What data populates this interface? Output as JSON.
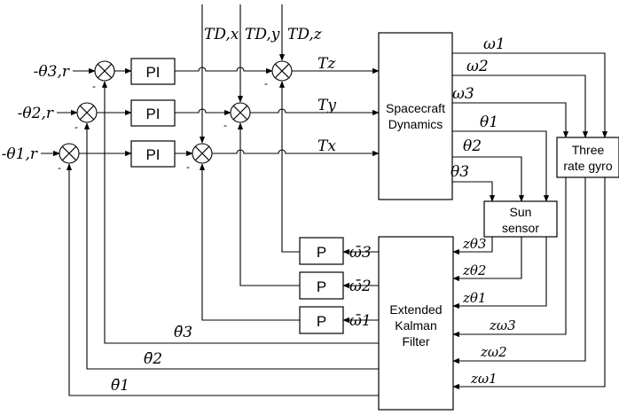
{
  "blocks": {
    "pi": "PI",
    "p": "P",
    "dynamics_line1": "Spacecraft",
    "dynamics_line2": "Dynamics",
    "gyro_line1": "Three",
    "gyro_line2": "rate gyro",
    "sun_line1": "Sun",
    "sun_line2": "sensor",
    "ekf_line1": "Extended",
    "ekf_line2": "Kalman",
    "ekf_line3": "Filter"
  },
  "signals": {
    "ref_3": "-θ3,r",
    "ref_2": "-θ2,r",
    "ref_1": "-θ1,r",
    "minus": "-",
    "dist_x": "TD,x",
    "dist_y": "TD,y",
    "dist_z": "TD,z",
    "torque_z": "Tz",
    "torque_y": "Ty",
    "torque_x": "Tx",
    "omega_1": "ω1",
    "omega_2": "ω2",
    "omega_3": "ω3",
    "theta_1": "θ1",
    "theta_2": "θ2",
    "theta_3": "θ3",
    "z_theta_3": "zθ3",
    "z_theta_2": "zθ2",
    "z_theta_1": "zθ1",
    "z_omega_3": "zω3",
    "z_omega_2": "zω2",
    "z_omega_1": "zω1",
    "omega_bar_3": "ω̄3",
    "omega_bar_2": "ω̄2",
    "omega_bar_1": "ω̄1",
    "theta_bar_3": "θ̄3",
    "theta_bar_2": "θ̄2",
    "theta_bar_1": "θ̄1"
  }
}
